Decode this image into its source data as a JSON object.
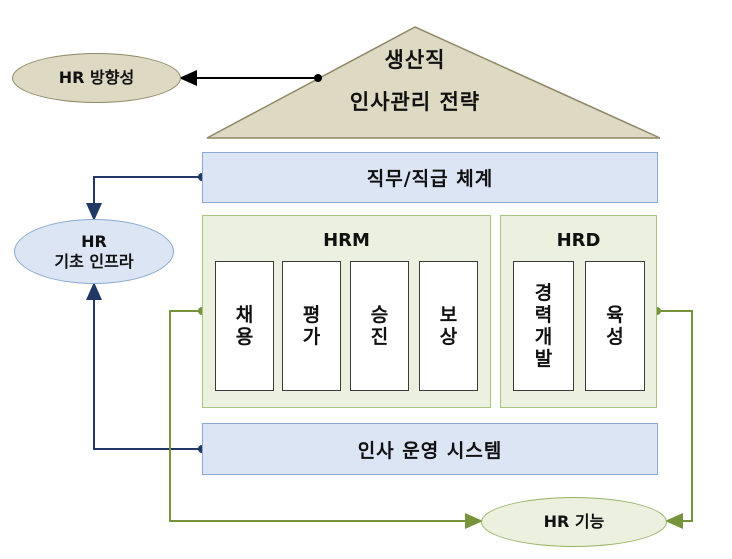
{
  "roof": {
    "line1": "생산직",
    "line2": "인사관리 전략"
  },
  "bars": {
    "job_system": "직무/직급 체계",
    "hr_operating_system": "인사 운영 시스템"
  },
  "hrm": {
    "title": "HRM",
    "cards": [
      "채\n용",
      "평\n가",
      "승\n진",
      "보\n상"
    ]
  },
  "hrd": {
    "title": "HRD",
    "cards": [
      "경\n력\n개\n발",
      "육\n성"
    ]
  },
  "ovals": {
    "hr_direction": "HR 방향성",
    "hr_infra": "HR\n기초 인프라",
    "hr_function": "HR 기능"
  },
  "colors": {
    "roof": "#ddd9c3",
    "blue_fill": "#dbe5f3",
    "green_fill": "#ebf1de",
    "navy_connector": "#1f3864",
    "green_connector": "#77933c",
    "black_connector": "#000000"
  }
}
